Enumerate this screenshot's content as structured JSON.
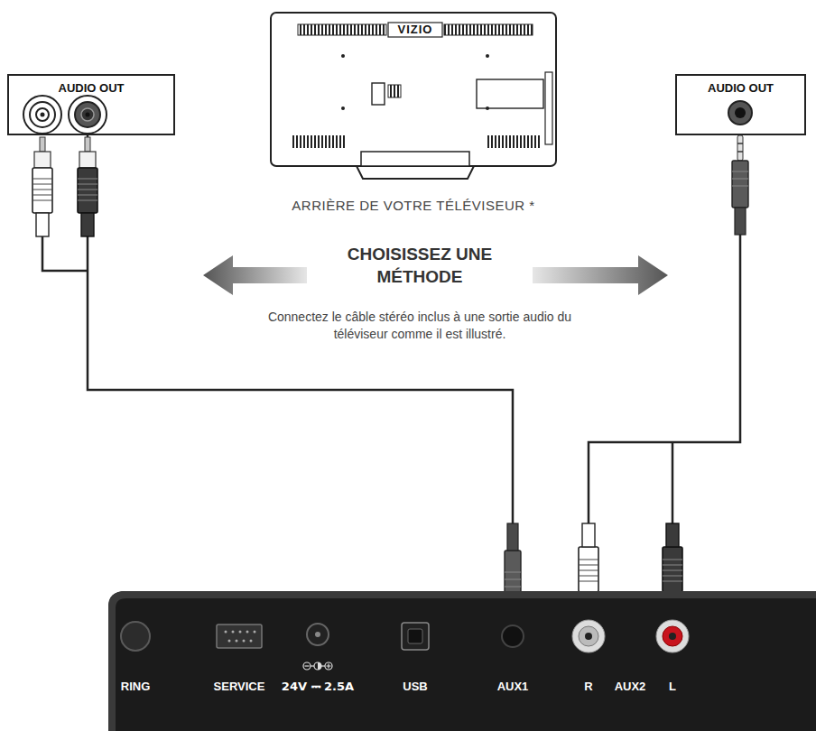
{
  "diagram": {
    "nodes": [
      {
        "text": [
          "VIZIO",
          "ARRIÈRE DE VOTRE TÉLÉVISEUR *"
        ]
      },
      {
        "text": [
          "AUDIO OUT"
        ]
      },
      {
        "text": [
          "AUDIO OUT"
        ]
      },
      {
        "text": [
          "RING",
          "SERVICE",
          "24V ⎓ 2.5A",
          "USB",
          "AUX1",
          "R",
          "AUX2",
          "L"
        ]
      }
    ],
    "edges": [
      {
        "from": 1,
        "to": 3,
        "arrow": "none"
      },
      {
        "from": 2,
        "to": 3,
        "arrow": "none"
      }
    ],
    "labels": [
      "CHOISISSEZ UNE MÉTHODE",
      "Connectez le câble stéréo inclus à une sortie audio du téléviseur comme il est illustré."
    ]
  }
}
